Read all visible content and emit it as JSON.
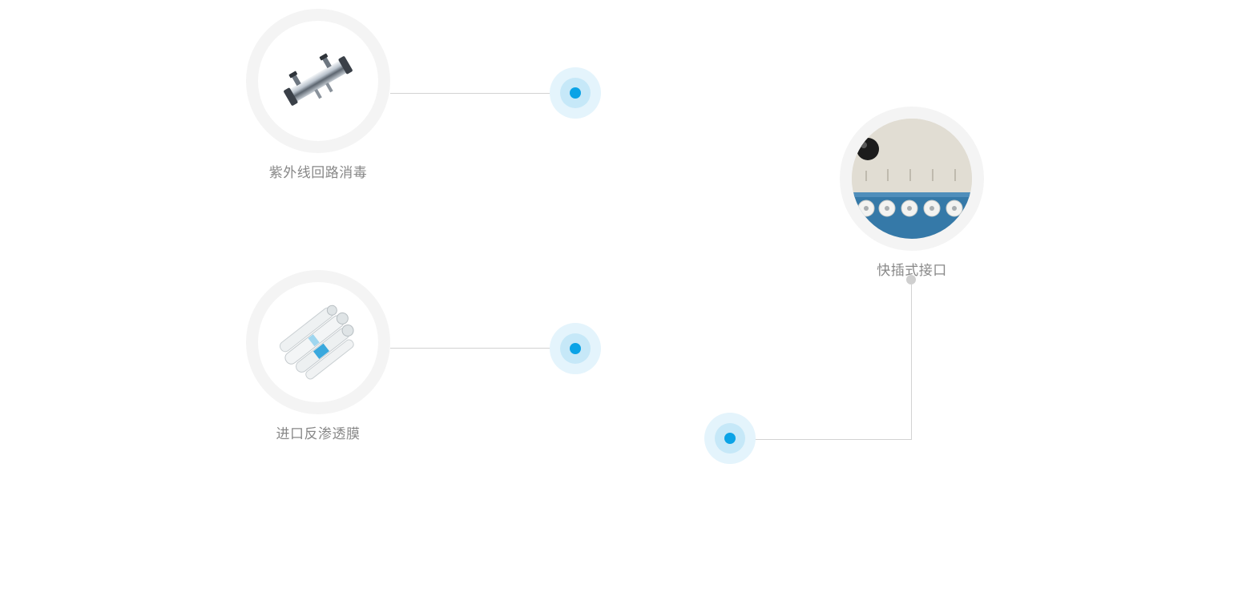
{
  "features": [
    {
      "id": "uv",
      "label": "紫外线回路消毒",
      "icon": "uv-sterilizer-icon"
    },
    {
      "id": "ro",
      "label": "进口反渗透膜",
      "icon": "ro-membrane-icon"
    },
    {
      "id": "quick",
      "label": "快插式接口",
      "icon": "quick-connector-icon"
    }
  ],
  "colors": {
    "accent": "#0ba3e6",
    "halo": "#c6e8f8",
    "halo_outer": "#e4f4fc",
    "ring": "#f4f4f4",
    "line": "#d2d2d2",
    "label": "#888888"
  }
}
